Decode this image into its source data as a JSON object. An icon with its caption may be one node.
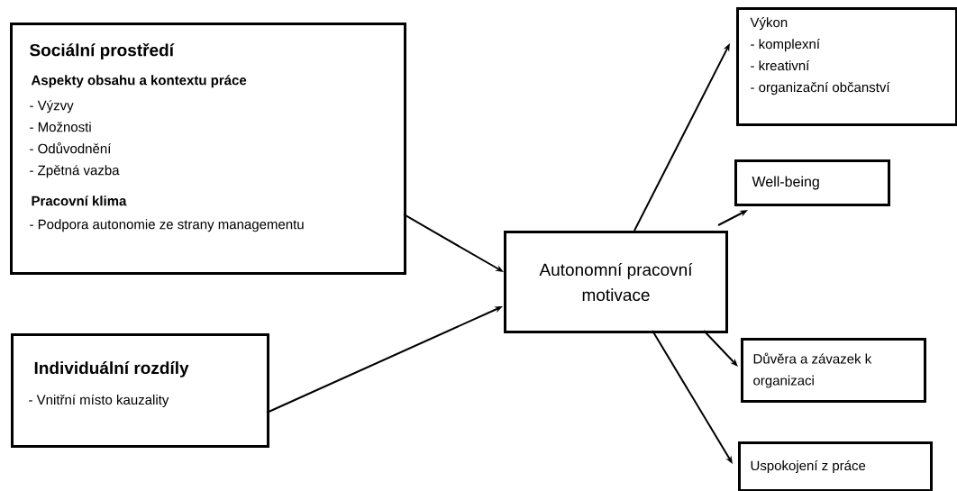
{
  "diagram": {
    "nodes": [
      {
        "text": [
          "Sociální prostředí",
          "Aspekty obsahu a kontextu práce",
          "- Výzvy",
          "- Možnosti",
          "- Odůvodnění",
          "- Zpětná vazba",
          "Pracovní klima",
          "- Podpora autonomie ze strany managementu"
        ]
      },
      {
        "text": [
          "Individuální rozdíly",
          "- Vnitřní místo kauzality"
        ]
      },
      {
        "text": [
          "Autonomní pracovní motivace"
        ]
      },
      {
        "text": [
          "Výkon",
          "- komplexní",
          "- kreativní",
          "- organizační občanství"
        ]
      },
      {
        "text": [
          "Well-being"
        ]
      },
      {
        "text": [
          "Důvěra a závazek k organizaci"
        ]
      },
      {
        "text": [
          "Uspokojení z práce"
        ]
      }
    ],
    "edges": [
      {
        "from": 0,
        "to": 2,
        "arrow": "to"
      },
      {
        "from": 1,
        "to": 2,
        "arrow": "to"
      },
      {
        "from": 2,
        "to": 3,
        "arrow": "to"
      },
      {
        "from": 2,
        "to": 4,
        "arrow": "to"
      },
      {
        "from": 2,
        "to": 5,
        "arrow": "to"
      },
      {
        "from": 2,
        "to": 6,
        "arrow": "to"
      }
    ]
  }
}
